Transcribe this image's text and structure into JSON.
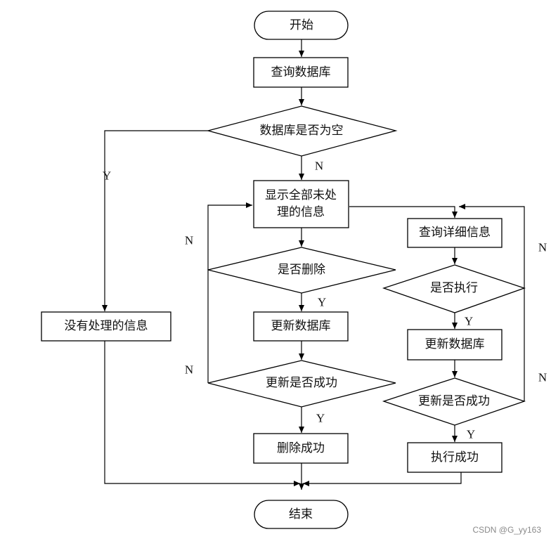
{
  "nodes": {
    "start": "开始",
    "query_db": "查询数据库",
    "is_empty": "数据库是否为空",
    "show_line1": "显示全部未处",
    "show_line2": "理的信息",
    "no_pending": "没有处理的信息",
    "is_delete": "是否删除",
    "update_db_left": "更新数据库",
    "update_ok_left": "更新是否成功",
    "delete_success": "删除成功",
    "query_detail": "查询详细信息",
    "is_execute": "是否执行",
    "update_db_right": "更新数据库",
    "update_ok_right": "更新是否成功",
    "execute_success": "执行成功",
    "end": "结束"
  },
  "edge_labels": {
    "empty_yes": "Y",
    "empty_no": "N",
    "delete_no": "N",
    "delete_yes": "Y",
    "update_left_no": "N",
    "update_left_yes": "Y",
    "execute_no": "N",
    "execute_yes": "Y",
    "update_right_no": "N",
    "update_right_yes": "Y"
  },
  "watermark": "CSDN @G_yy163"
}
